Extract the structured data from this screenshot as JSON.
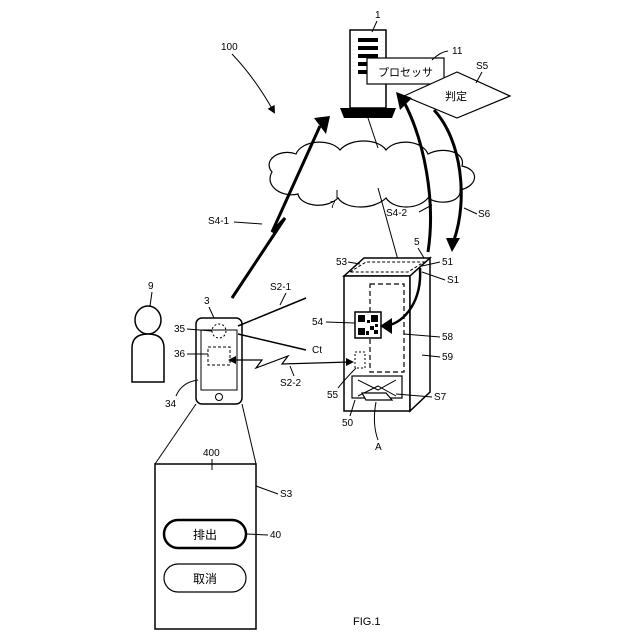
{
  "figure_label": "FIG.1",
  "system_ref": "100",
  "server": {
    "ref": "1",
    "processor_ref": "11",
    "processor_label": "プロセッサ"
  },
  "judgement": {
    "ref": "S5",
    "label": "判定"
  },
  "network_ref": "7",
  "user_ref": "9",
  "phone": {
    "ref": "3",
    "camera_ref": "35",
    "module_ref": "36",
    "body_ref": "34"
  },
  "vending_machine": {
    "ref": "5",
    "top_ref": "53",
    "module_ref": "51",
    "code_ref": "54",
    "inner_ref": "58",
    "side_ref": "59",
    "reader_ref": "55",
    "outlet_ref": "50",
    "product_ref": "A"
  },
  "steps": {
    "s1": "S1",
    "s2_1": "S2-1",
    "s2_2": "S2-2",
    "s3": "S3",
    "s4_1": "S4-1",
    "s4_2": "S4-2",
    "s6": "S6",
    "s7": "S7"
  },
  "content_label": "Ct",
  "screen": {
    "ref": "400",
    "button_ref": "40",
    "dispense_label": "排出",
    "cancel_label": "取消"
  }
}
